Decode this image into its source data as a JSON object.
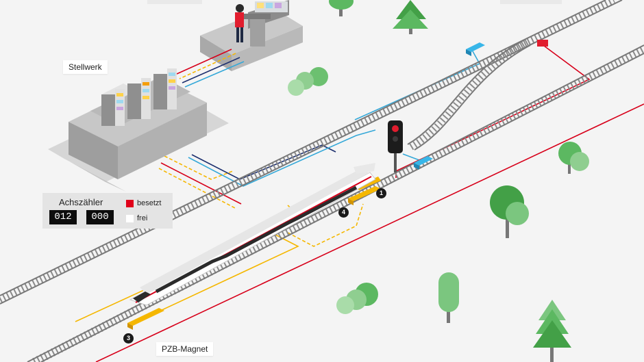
{
  "labels": {
    "interlocking": "Stellwerk",
    "pzb": "PZB-Magnet"
  },
  "axle_counter": {
    "title": "Achszähler",
    "count_1": "012",
    "count_2": "000",
    "legend_occupied": "besetzt",
    "legend_free": "frei"
  },
  "markers": [
    "1",
    "3",
    "4"
  ],
  "colors": {
    "background": "#f4f4f4",
    "red": "#d7001a",
    "yellow": "#f5b700",
    "navy": "#1c2f6e",
    "cyan": "#34a8d8",
    "tree": "#43a047",
    "tree_light": "#8fce90",
    "building": "#bdbdbd"
  }
}
